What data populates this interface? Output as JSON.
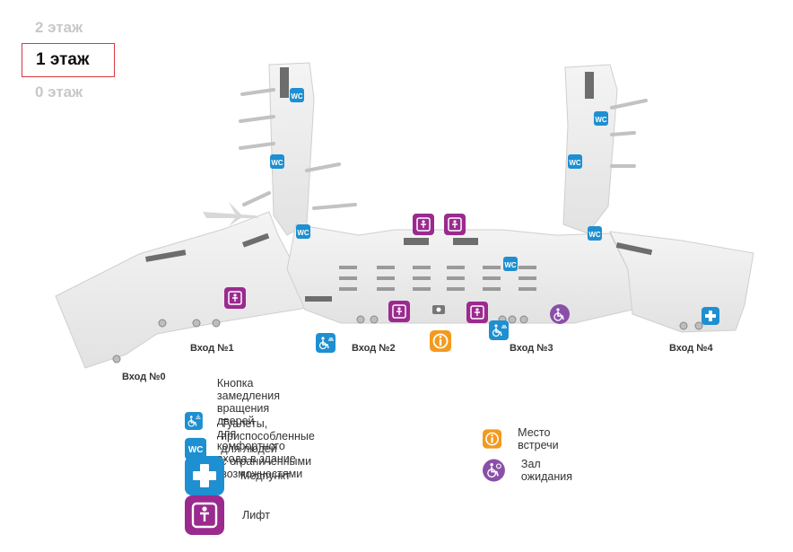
{
  "floors": [
    {
      "label": "2 этаж",
      "active": false
    },
    {
      "label": "1 этаж",
      "active": true
    },
    {
      "label": "0 этаж",
      "active": false
    }
  ],
  "map": {
    "entrances": [
      "Вход №0",
      "Вход №1",
      "Вход №2",
      "Вход №3",
      "Вход №4"
    ],
    "icons": {
      "wc": "WC"
    }
  },
  "legend": {
    "door_slowdown": "Кнопка замедления вращения дверей\nдля комфортного входа в здание",
    "accessible_wc": "Туалеты, приспособленные для людей\nс ограниченными возможностями",
    "medical": "Медпункт",
    "elevator": "Лифт",
    "meeting_point": "Место встречи",
    "waiting_room": "Зал ожидания",
    "wc_label": "WC"
  },
  "colors": {
    "blue": "#1e8fd0",
    "purple": "#9b2a8f",
    "orange": "#f39a1e",
    "violet": "#8a4fa8",
    "active_border": "#d9363e"
  }
}
